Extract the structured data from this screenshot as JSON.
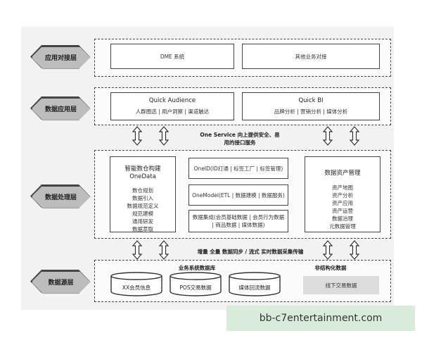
{
  "layers": {
    "app_integration": "应用对接层",
    "data_application": "数据应用层",
    "data_processing": "数据处理层",
    "data_source": "数据源层"
  },
  "integration": {
    "dme": "DME 系统",
    "other": "其他业务对接"
  },
  "application": {
    "quick_audience": {
      "title": "Quick Audience",
      "sub": "人群圈选 | 用户洞察 | 渠道触达"
    },
    "quick_bi": {
      "title": "Quick BI",
      "sub": "品牌分析 | 营销分析 | 媒体分析"
    }
  },
  "one_service": [
    "One Service 向上提供安全、易",
    "用的接口服务"
  ],
  "processing": {
    "onedata": {
      "title": [
        "智能数仓构建",
        "OneData"
      ],
      "items": [
        "数仓规划",
        "数据引入",
        "数据规范定义",
        "规范建模",
        "通用研发",
        "数据萃取"
      ]
    },
    "oneid": "OneID(ID打通 | 标签工厂 | 标签管理)",
    "onemodel": "OneModel(ETL | 数据建模 | 数据服务)",
    "integration": [
      "数据集成(会员基础数据 | 会员行为数据",
      "| 商品数据 | 媒体数据)"
    ],
    "asset": {
      "title": "数据资产管理",
      "items": [
        "资产地图",
        "资产分析",
        "资产应用",
        "资产运营",
        "数据治理",
        "元数据管理"
      ]
    }
  },
  "sync_note": "增量 全量 数据同步 / 流式 实时数据采集传输",
  "source": {
    "db_title": "业务系统数据库",
    "dbs": [
      "XX会员信息",
      "POS交易数据",
      "媒体回流数据"
    ],
    "unstructured_title": "非结构化数据",
    "offline": "线下交易数据"
  },
  "watermark": "bb-c7entertainment.com"
}
